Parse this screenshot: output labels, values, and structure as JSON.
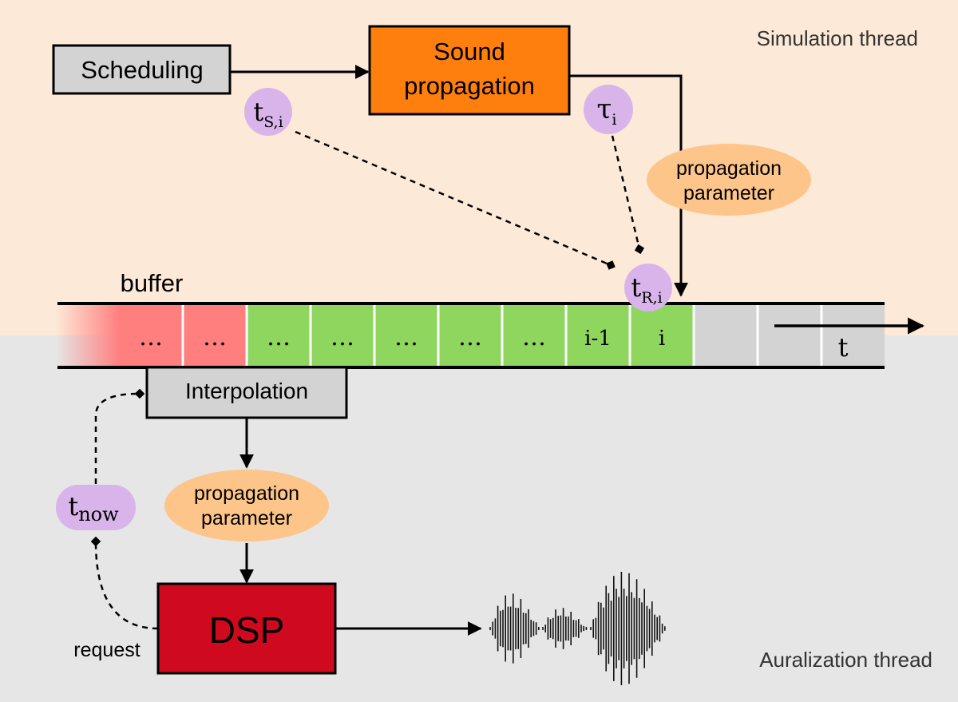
{
  "threads": {
    "simulation": {
      "label": "Simulation thread",
      "color": "#fde9d7"
    },
    "auralization": {
      "label": "Auralization thread",
      "color": "#e6e6e6"
    }
  },
  "nodes": {
    "scheduling": {
      "label": "Scheduling",
      "fill": "#d3d3d3"
    },
    "sound_propagation": {
      "line1": "Sound",
      "line2": "propagation",
      "fill": "#ff7f0e"
    },
    "interpolation": {
      "label": "Interpolation",
      "fill": "#d3d3d3"
    },
    "dsp": {
      "label": "DSP",
      "fill": "#cf0a1f"
    }
  },
  "parameters": {
    "sim_param": {
      "line1": "propagation",
      "line2": "parameter"
    },
    "aur_param": {
      "line1": "propagation",
      "line2": "parameter"
    },
    "color": "#fdc58a"
  },
  "time_tags": {
    "color": "#d8b4ea",
    "t_s_i": {
      "base": "t",
      "sub": "S,i"
    },
    "tau_i": {
      "base": "τ",
      "sub": "i"
    },
    "t_r_i": {
      "base": "t",
      "sub": "R,i"
    },
    "t_now": {
      "base": "t",
      "sub": "now"
    }
  },
  "buffer": {
    "label": "buffer",
    "time_axis_label": "t",
    "cells": [
      {
        "label": "…",
        "state": "past"
      },
      {
        "label": "…",
        "state": "past"
      },
      {
        "label": "…",
        "state": "filled"
      },
      {
        "label": "…",
        "state": "filled"
      },
      {
        "label": "…",
        "state": "filled"
      },
      {
        "label": "…",
        "state": "filled"
      },
      {
        "label": "…",
        "state": "filled"
      },
      {
        "label": "i-1",
        "state": "filled"
      },
      {
        "label": "i",
        "state": "filled"
      },
      {
        "label": "",
        "state": "empty"
      },
      {
        "label": "",
        "state": "empty"
      },
      {
        "label": "",
        "state": "empty"
      }
    ],
    "state_colors": {
      "past": "#ff7e7e",
      "filled": "#8fd65f",
      "empty": "#d3d3d3"
    }
  },
  "request_label": "request"
}
